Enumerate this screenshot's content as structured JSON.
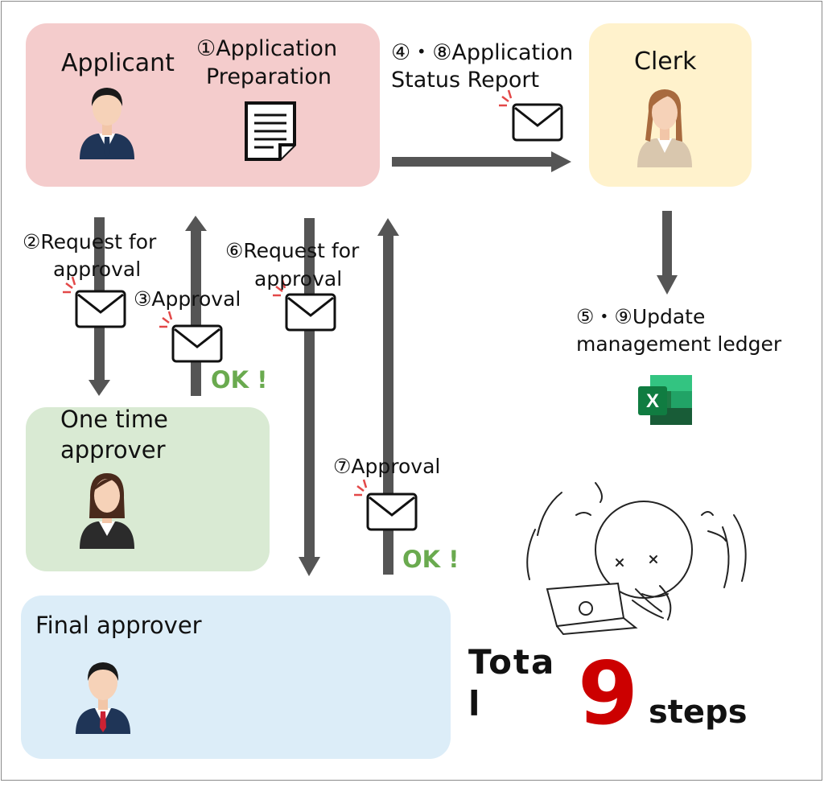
{
  "actors": {
    "applicant": "Applicant",
    "clerk": "Clerk",
    "one_time_approver_line1": "One time",
    "one_time_approver_line2": "approver",
    "final_approver": "Final approver"
  },
  "steps": {
    "s1_line1": "①Application",
    "s1_line2": "Preparation",
    "s2_line1": "②Request for",
    "s2_line2": "approval",
    "s3": "③Approval",
    "s48_line1": "④・⑧Application",
    "s48_line2": "Status Report",
    "s59_line1": "⑤・⑨Update",
    "s59_line2": "management ledger",
    "s6_line1": "⑥Request for",
    "s6_line2": "approval",
    "s7": "⑦Approval"
  },
  "ok_labels": {
    "ok1": "OK !",
    "ok2": "OK !"
  },
  "summary": {
    "total_line1": "Tota",
    "total_line2": "l",
    "count": "9",
    "unit": "steps"
  },
  "colors": {
    "applicant_box": "#f4cccc",
    "clerk_box": "#fff2cc",
    "one_time_box": "#d9ead3",
    "final_box": "#dcedf8",
    "arrow": "#555555",
    "ok_green": "#6aaa4f",
    "count_red": "#cc0000",
    "excel_green": "#1d7a45"
  },
  "icons": [
    "person-male-icon",
    "person-female-icon",
    "document-icon",
    "mail-icon",
    "excel-icon",
    "stressed-worker-icon"
  ]
}
